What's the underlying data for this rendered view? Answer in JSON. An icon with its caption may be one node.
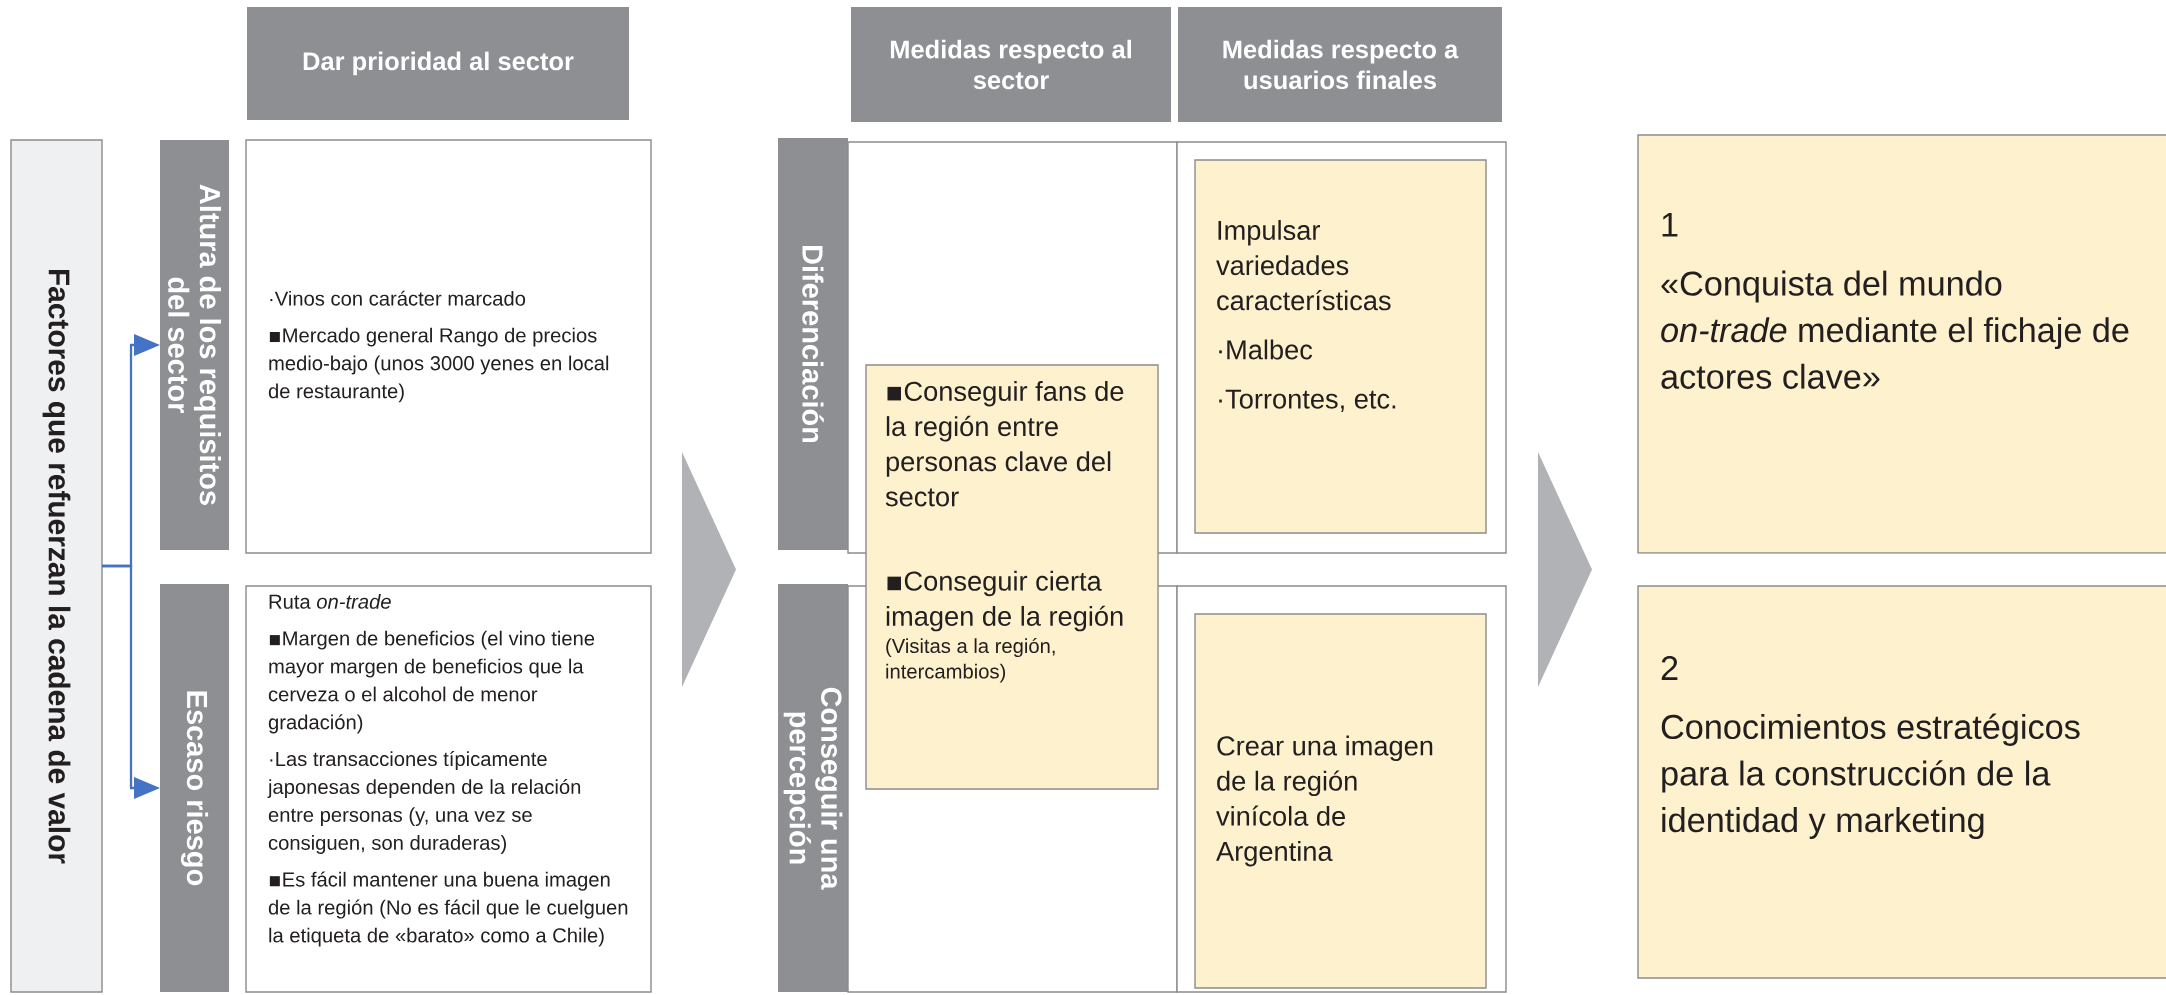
{
  "diagram": {
    "nodes": [
      {
        "text": [
          "Dar prioridad al sector"
        ]
      },
      {
        "text": [
          "Medidas respecto al sector"
        ]
      },
      {
        "text": [
          "Medidas respecto a usuarios finales"
        ]
      },
      {
        "text": [
          "Factores que refuerzan la cadena de valor"
        ]
      },
      {
        "text": [
          "Altura de los requisitos del sector"
        ]
      },
      {
        "text": [
          "·Vinos con carácter marcado",
          "▪Mercado general Rango de precios medio-bajo (unos 3000 yenes en local de restaurante)"
        ]
      },
      {
        "text": [
          "Escaso riesgo"
        ]
      },
      {
        "text": [
          "Ruta *on-trade*",
          "▪Margen de beneficios (el vino tiene mayor margen de beneficios que la cerveza o el alcohol de menor gradación)",
          "·Las transacciones típicamente japonesas dependen de la relación entre personas (y, una vez se consiguen, son duraderas)",
          "▪Es fácil mantener una buena imagen de la región (No es fácil que le cuelguen la etiqueta de «barato» como a Chile)"
        ]
      },
      {
        "text": [],
        "shape": "chevron"
      },
      {
        "text": [
          "Diferenciación"
        ]
      },
      {
        "text": [],
        "shape": "box"
      },
      {
        "text": [],
        "shape": "box"
      },
      {
        "text": [
          "Impulsar variedades características",
          "·Malbec",
          "·Torrontes, etc."
        ],
        "in": 11
      },
      {
        "text": [
          "Conseguir una percepción"
        ]
      },
      {
        "text": [],
        "shape": "box"
      },
      {
        "text": [],
        "shape": "box"
      },
      {
        "text": [
          "Crear una imagen de la región vinícola de Argentina"
        ],
        "in": 15
      },
      {
        "text": [
          "▪Conseguir fans de la región entre personas clave del sector",
          "▪Conseguir cierta imagen de la región",
          "(Visitas a la región, intercambios)"
        ]
      },
      {
        "text": [],
        "shape": "chevron"
      },
      {
        "text": [
          "1",
          "«Conquista del mundo *on-trade* mediante el fichaje de actores clave»"
        ]
      },
      {
        "text": [
          "2",
          "Conocimientos estratégicos para la construcción de la identidad y marketing"
        ]
      }
    ],
    "edges": [
      {
        "from": 3,
        "to": 4,
        "arrow": "to"
      },
      {
        "from": 3,
        "to": 6,
        "arrow": "to"
      }
    ]
  }
}
